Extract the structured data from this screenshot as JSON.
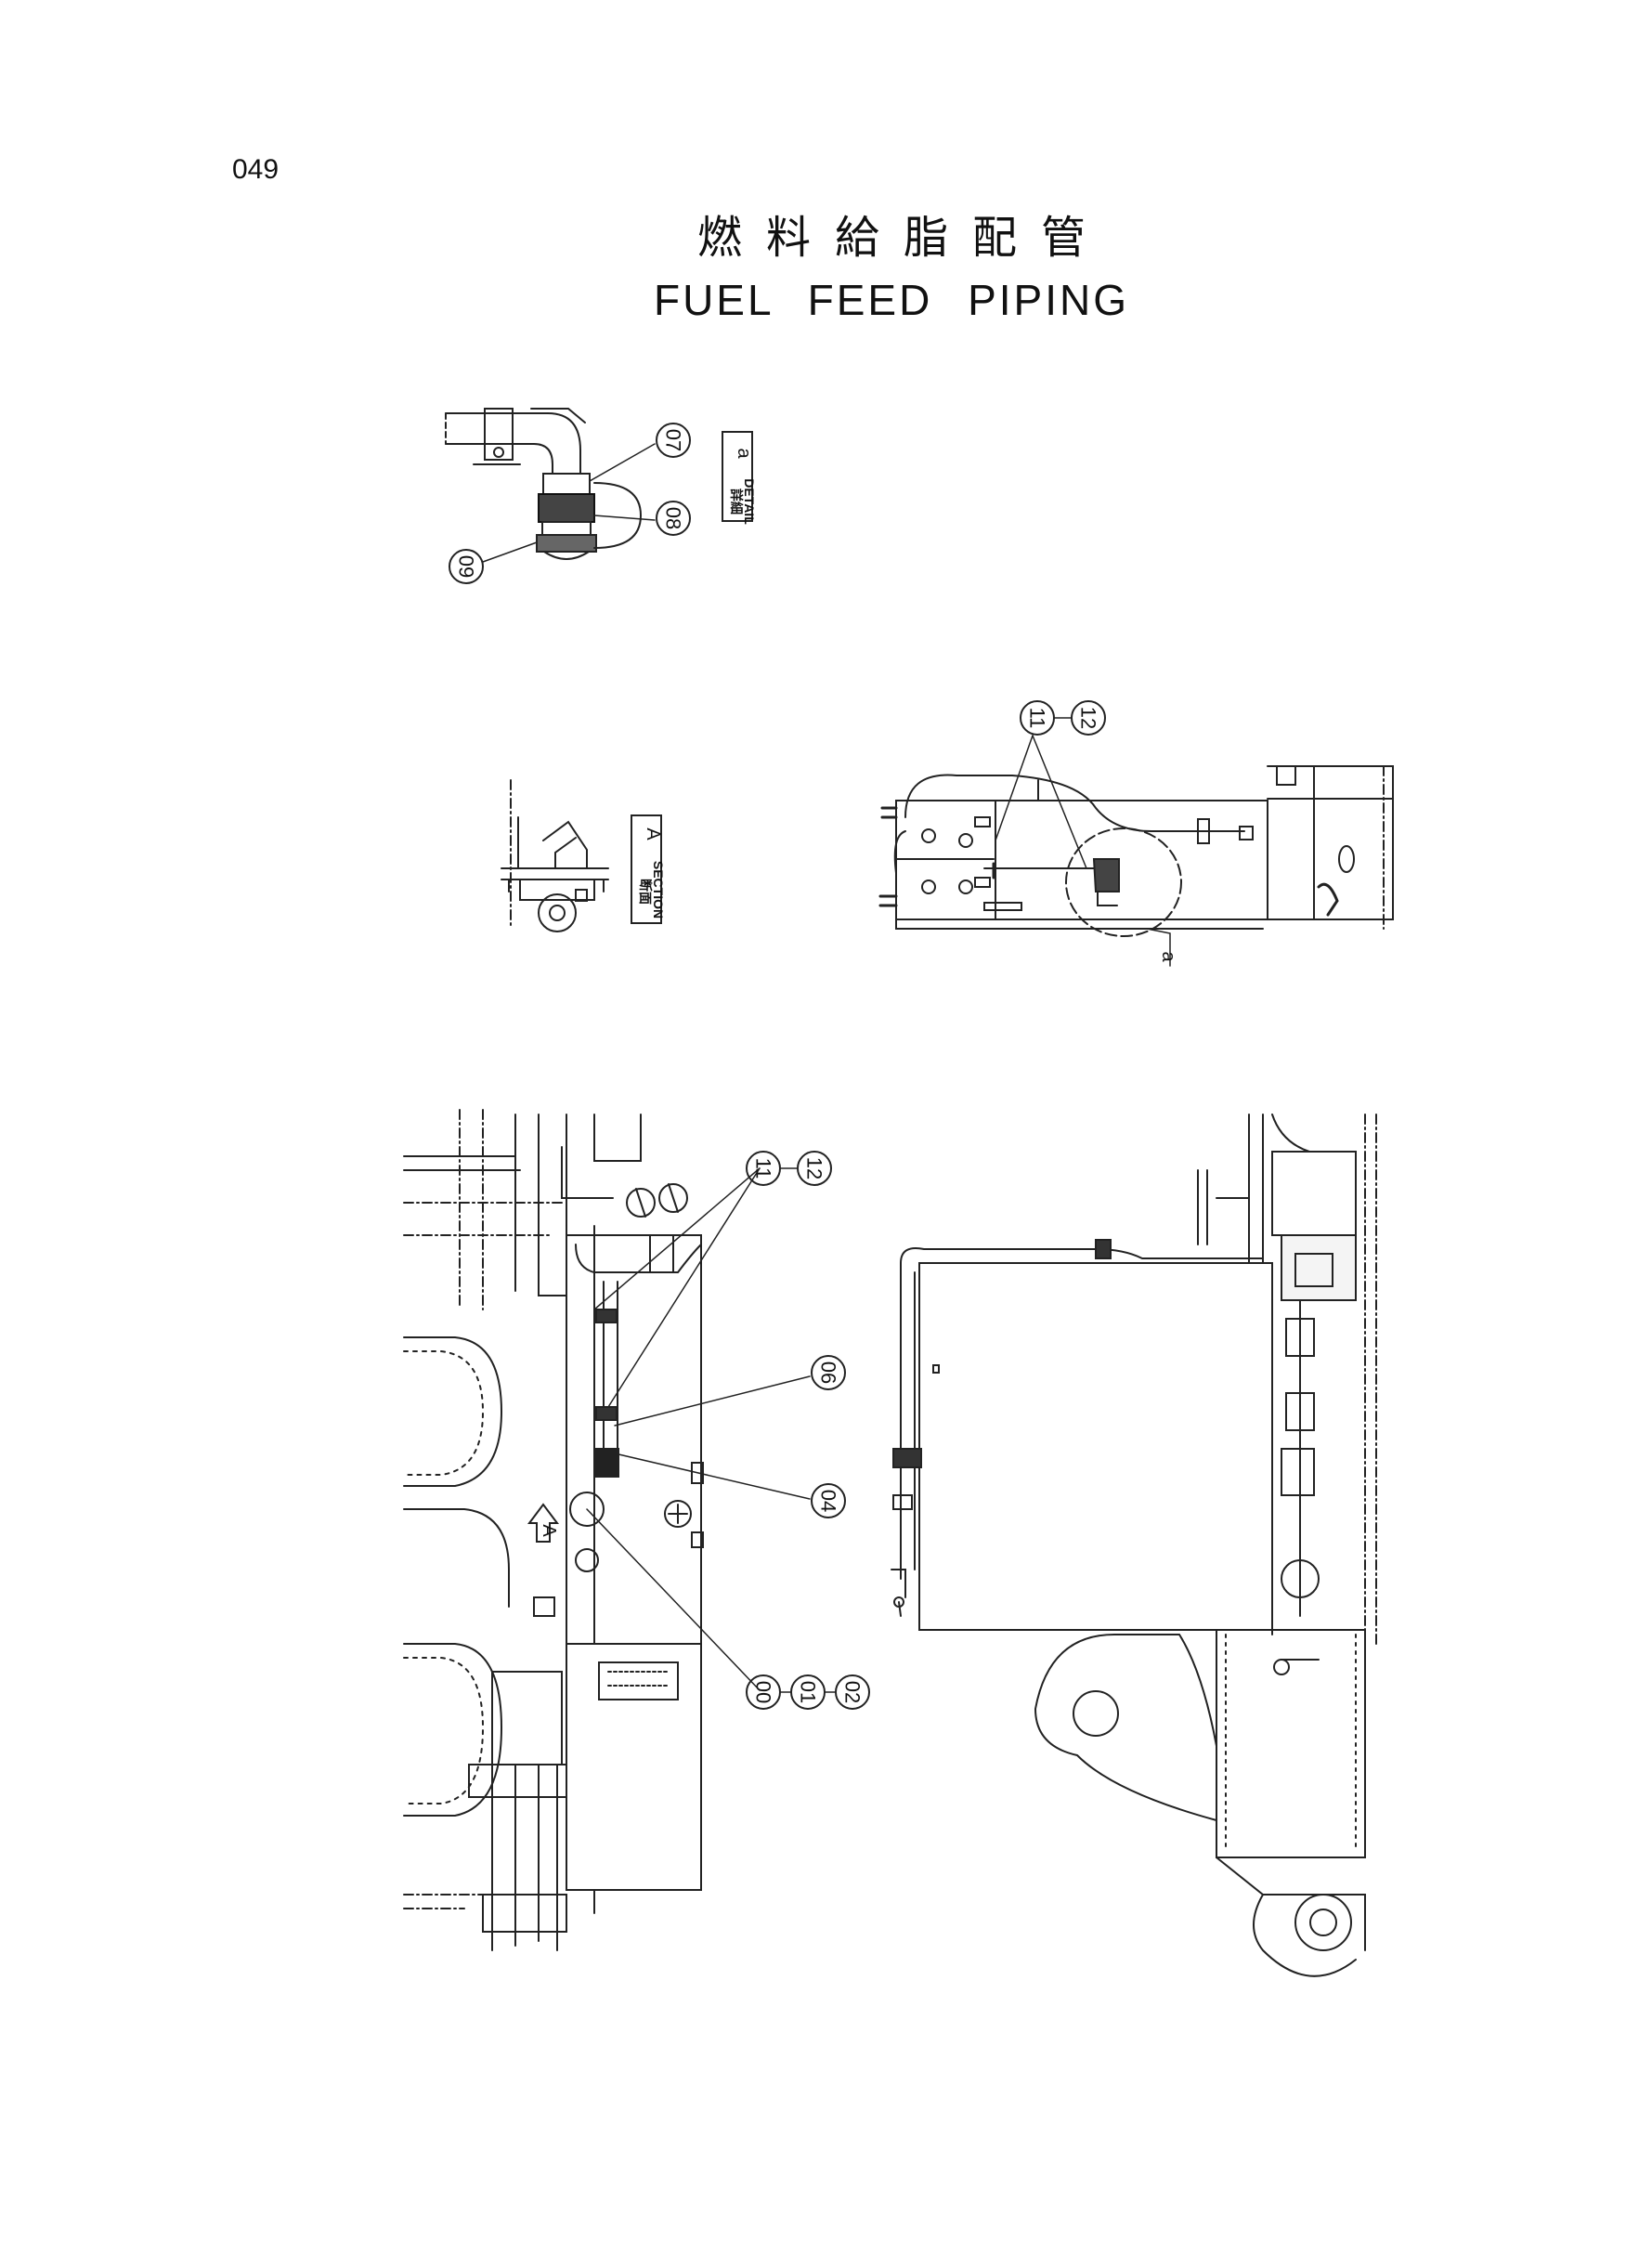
{
  "page": {
    "number": "049",
    "title_jp": "燃料給脂配管",
    "title_en": "FUEL FEED PIPING"
  },
  "views": {
    "detail_a": {
      "label_jp": "詳細",
      "label_en": "DETAIL",
      "letter": "a",
      "callouts": [
        "07",
        "08",
        "09"
      ]
    },
    "section_a": {
      "label_jp": "断面",
      "label_en": "SECTION",
      "letter": "A"
    },
    "side_view": {
      "callouts": [
        "11",
        "12"
      ],
      "leader_letter": "a"
    },
    "plan_view": {
      "callouts": [
        "11",
        "12",
        "06",
        "04",
        "00",
        "01",
        "02"
      ],
      "section_marker": "A"
    }
  }
}
